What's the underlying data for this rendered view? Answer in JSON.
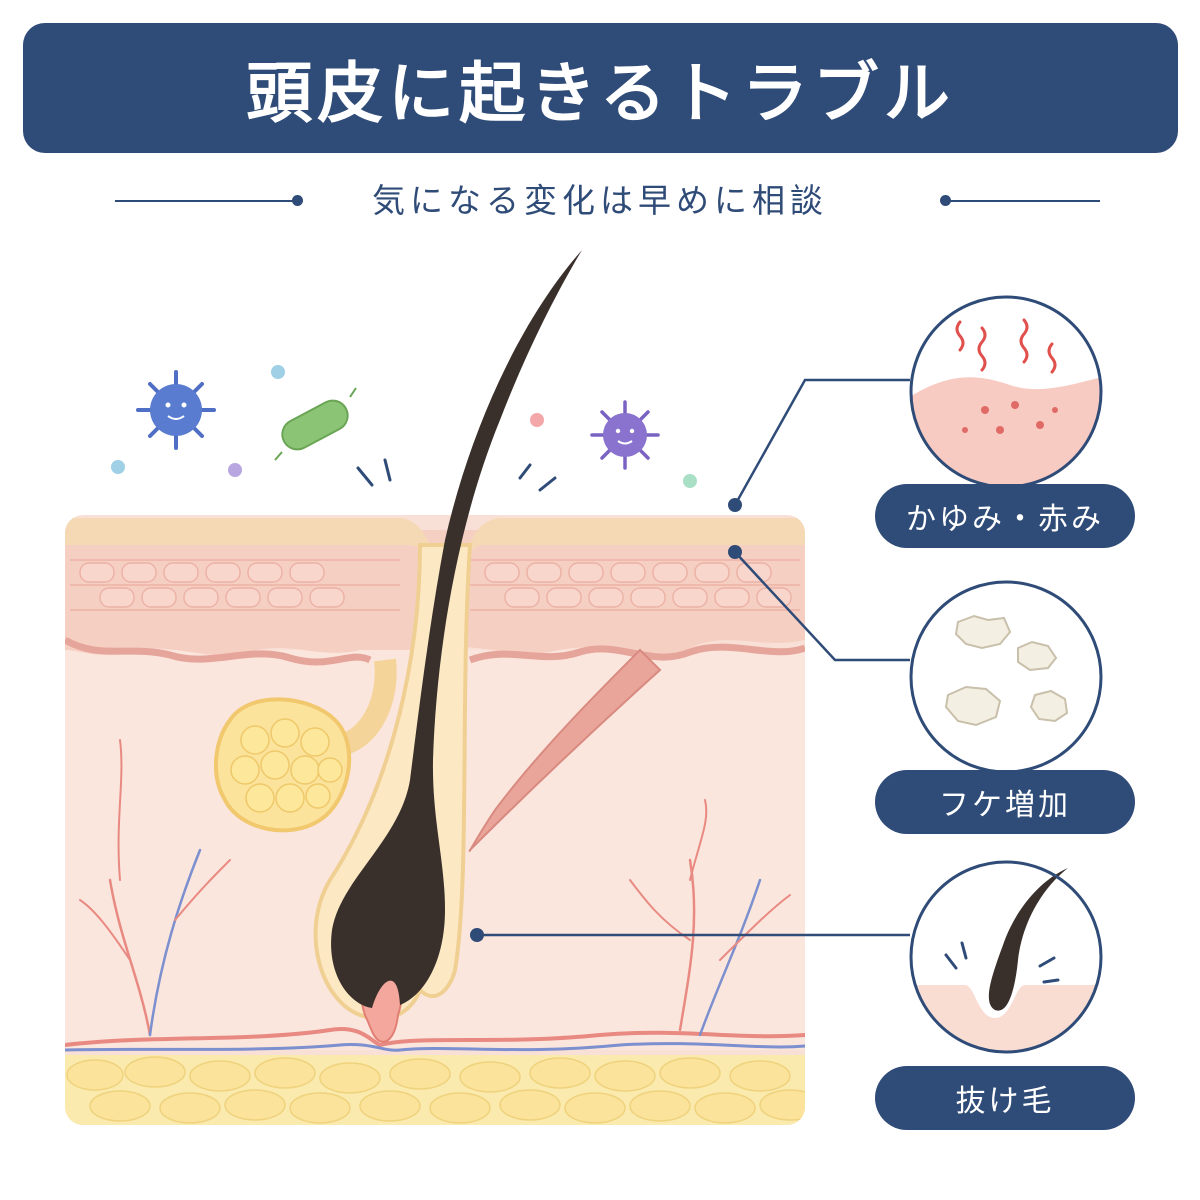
{
  "header": {
    "title": "頭皮に起きるトラブル"
  },
  "subtitle": {
    "text": "気になる変化は早めに相談"
  },
  "callouts": [
    {
      "label": "かゆみ・赤み",
      "icon": "itchy-red-skin-icon"
    },
    {
      "label": "フケ増加",
      "icon": "dandruff-flakes-icon"
    },
    {
      "label": "抜け毛",
      "icon": "falling-hair-icon"
    }
  ],
  "colors": {
    "primary": "#2f4b77",
    "skin": "#f8ddd4",
    "hair": "#3a302b",
    "fat": "#fbeaae"
  }
}
